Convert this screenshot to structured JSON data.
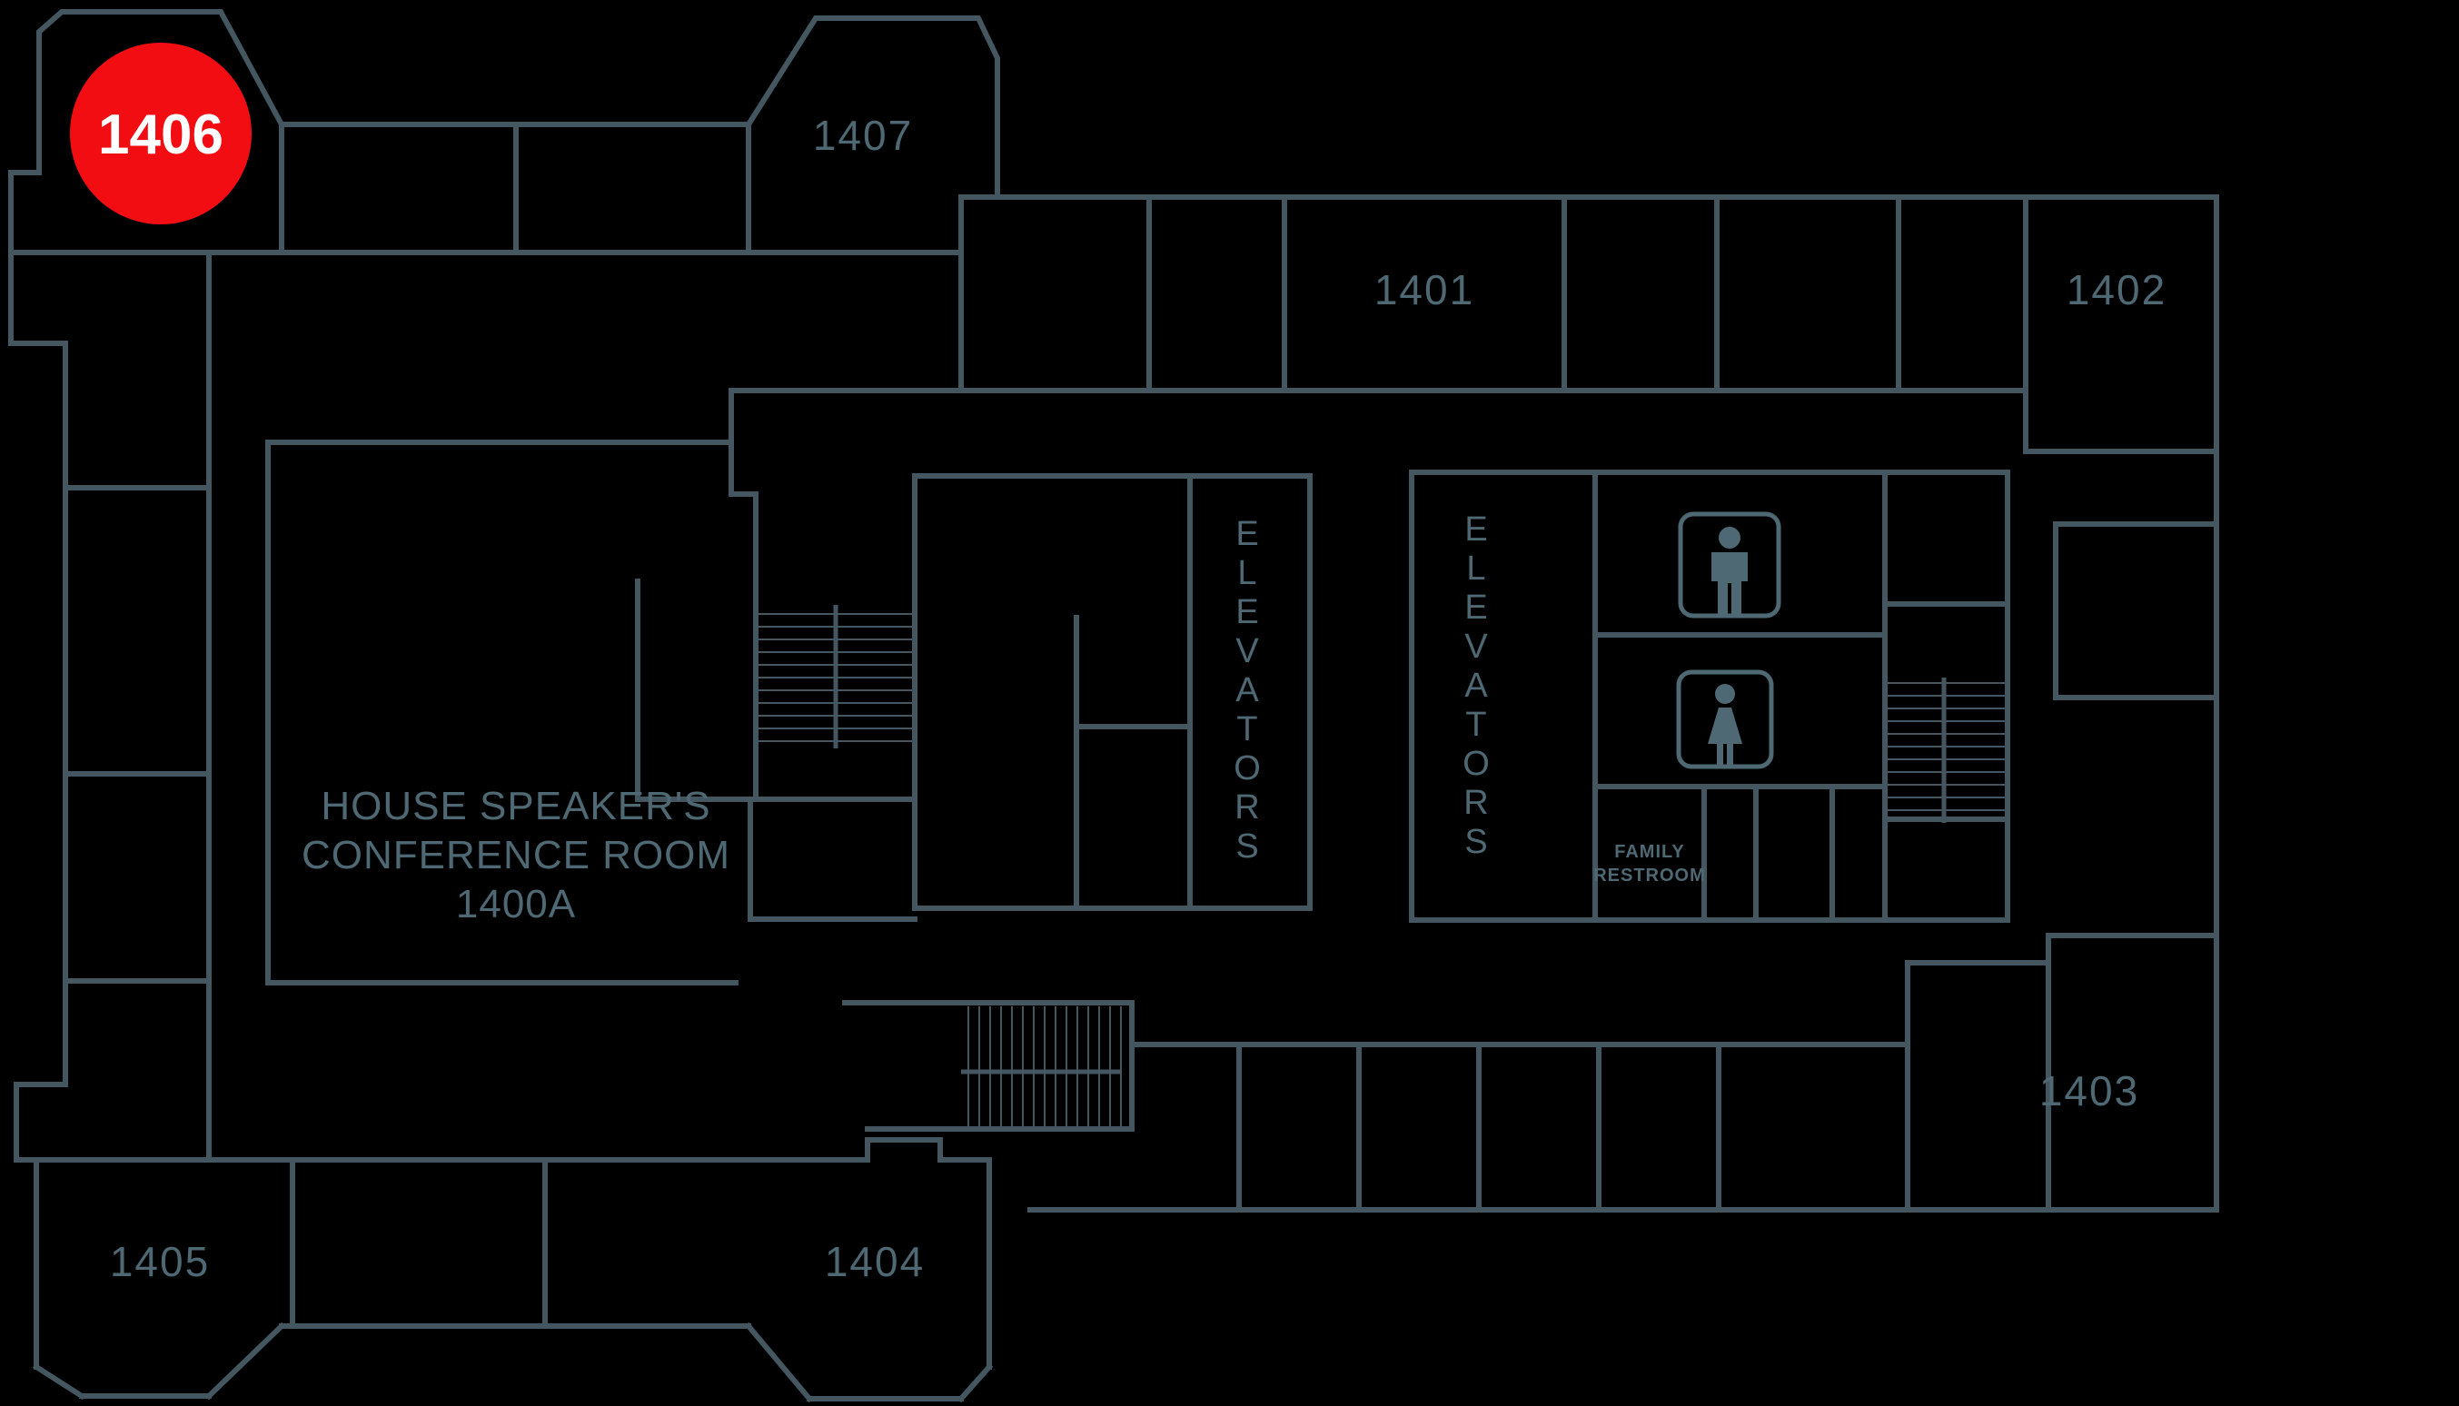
{
  "canvas": {
    "background": "#000000",
    "wall_color": "#44565f",
    "label_color": "#4e6974"
  },
  "badge": {
    "label": "1406",
    "fill": "#f20d12",
    "text_color": "#ffffff"
  },
  "rooms": {
    "r1401": {
      "label": "1401"
    },
    "r1402": {
      "label": "1402"
    },
    "r1403": {
      "label": "1403"
    },
    "r1404": {
      "label": "1404"
    },
    "r1405": {
      "label": "1405"
    },
    "r1407": {
      "label": "1407"
    }
  },
  "conference_room": {
    "line1": "HOUSE SPEAKER'S",
    "line2": "CONFERENCE ROOM",
    "line3": "1400A"
  },
  "elevators": {
    "left_label": "ELEVATORS",
    "right_label": "ELEVATORS"
  },
  "family_restroom": {
    "line1": "FAMILY",
    "line2": "RESTROOM"
  },
  "icons": {
    "men": "men-restroom-icon",
    "women": "women-restroom-icon"
  }
}
